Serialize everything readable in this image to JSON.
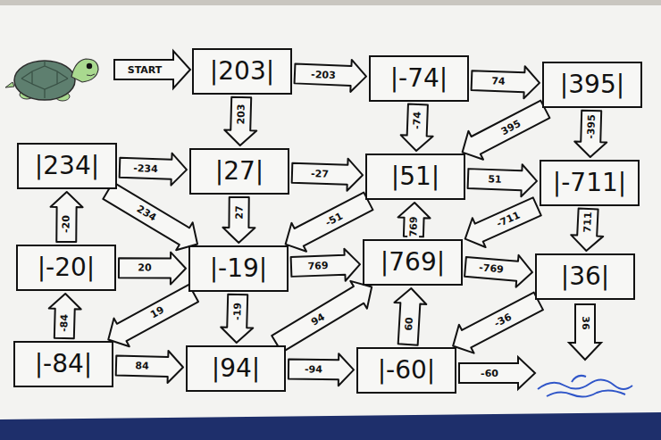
{
  "diagram": {
    "nodes": [
      {
        "text": [
          "|203|"
        ]
      },
      {
        "text": [
          "|-74|"
        ]
      },
      {
        "text": [
          "|395|"
        ]
      },
      {
        "text": [
          "|234|"
        ]
      },
      {
        "text": [
          "|27|"
        ]
      },
      {
        "text": [
          "|51|"
        ]
      },
      {
        "text": [
          "|-711|"
        ]
      },
      {
        "text": [
          "|-20|"
        ]
      },
      {
        "text": [
          "|-19|"
        ]
      },
      {
        "text": [
          "|769|"
        ]
      },
      {
        "text": [
          "|36|"
        ]
      },
      {
        "text": [
          "|-84|"
        ]
      },
      {
        "text": [
          "|94|"
        ]
      },
      {
        "text": [
          "|-60|"
        ]
      }
    ],
    "edges": [
      {
        "from": 0,
        "to": 1,
        "arrow": "to",
        "label": "-203"
      },
      {
        "from": 0,
        "to": 4,
        "arrow": "to",
        "label": "203"
      },
      {
        "from": 1,
        "to": 2,
        "arrow": "to",
        "label": "74"
      },
      {
        "from": 1,
        "to": 5,
        "arrow": "to",
        "label": "-74"
      },
      {
        "from": 2,
        "to": 5,
        "arrow": "to",
        "label": "395"
      },
      {
        "from": 2,
        "to": 6,
        "arrow": "to",
        "label": "-395"
      },
      {
        "from": 3,
        "to": 4,
        "arrow": "to",
        "label": "-234"
      },
      {
        "from": 3,
        "to": 8,
        "arrow": "to",
        "label": "234"
      },
      {
        "from": 4,
        "to": 5,
        "arrow": "to",
        "label": "-27"
      },
      {
        "from": 4,
        "to": 8,
        "arrow": "to",
        "label": "27"
      },
      {
        "from": 5,
        "to": 6,
        "arrow": "to",
        "label": "51"
      },
      {
        "from": 5,
        "to": 8,
        "arrow": "to",
        "label": "-51"
      },
      {
        "from": 6,
        "to": 10,
        "arrow": "to",
        "label": "711"
      },
      {
        "from": 6,
        "to": 9,
        "arrow": "to",
        "label": "-711"
      },
      {
        "from": 7,
        "to": 3,
        "arrow": "to",
        "label": "-20"
      },
      {
        "from": 7,
        "to": 8,
        "arrow": "to",
        "label": "20"
      },
      {
        "from": 8,
        "to": 11,
        "arrow": "to",
        "label": "19"
      },
      {
        "from": 8,
        "to": 9,
        "arrow": "to",
        "label": "769"
      },
      {
        "from": 8,
        "to": 12,
        "arrow": "to",
        "label": "-19"
      },
      {
        "from": 9,
        "to": 5,
        "arrow": "to",
        "label": "769"
      },
      {
        "from": 9,
        "to": 10,
        "arrow": "to",
        "label": "-769"
      },
      {
        "from": 10,
        "to": 13,
        "arrow": "to",
        "label": "-36"
      },
      {
        "from": 11,
        "to": 7,
        "arrow": "to",
        "label": "-84"
      },
      {
        "from": 11,
        "to": 12,
        "arrow": "to",
        "label": "84"
      },
      {
        "from": 12,
        "to": 9,
        "arrow": "to",
        "label": "94"
      },
      {
        "from": 12,
        "to": 13,
        "arrow": "to",
        "label": "-94"
      },
      {
        "from": 13,
        "to": 9,
        "arrow": "to",
        "label": "60"
      }
    ],
    "labels": [
      "START",
      "36",
      "-60"
    ]
  }
}
